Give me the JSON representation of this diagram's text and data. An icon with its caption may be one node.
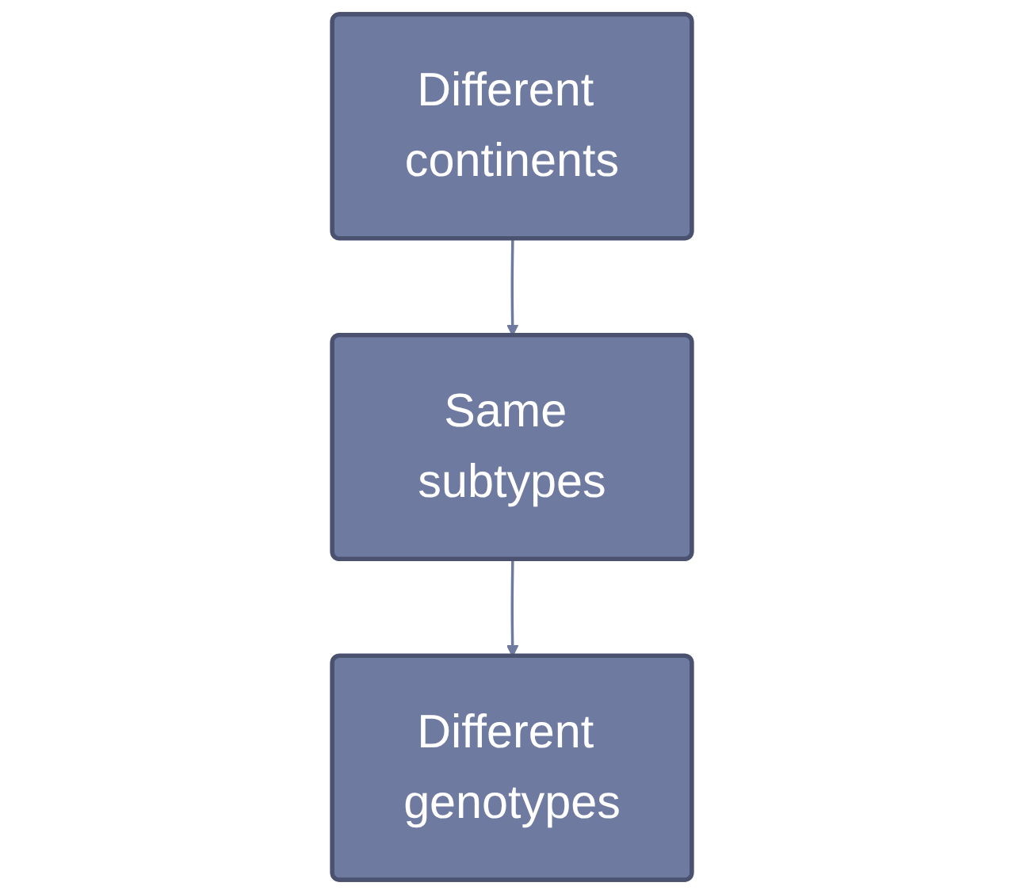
{
  "diagram": {
    "nodes": [
      {
        "text": [
          "Different continents"
        ]
      },
      {
        "text": [
          "Same subtypes"
        ]
      },
      {
        "text": [
          "Different genotypes"
        ]
      }
    ],
    "edges": [
      {
        "from": 0,
        "to": 1,
        "arrow": "to"
      },
      {
        "from": 1,
        "to": 2,
        "arrow": "to"
      }
    ]
  }
}
